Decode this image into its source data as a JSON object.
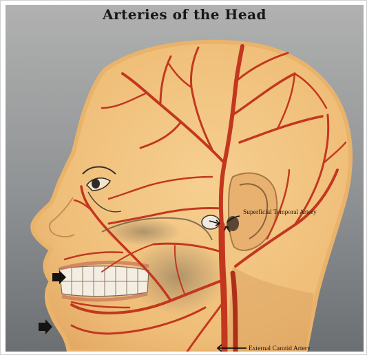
{
  "title": "Arteries of the Head",
  "labels": {
    "superficial_temporal": "Superficial Temporal Artery",
    "external_carotid": "External Carotid Artery"
  },
  "colors": {
    "background_top": "#a9aaa9",
    "background_bottom": "#6f7375",
    "skin": "#f2c47f",
    "skin_outline": "#e7b06b",
    "artery": "#c3371f",
    "artery_dark": "#9c2414",
    "text": "#1a1613"
  },
  "icons": [
    "arrow-icon-lip",
    "arrow-icon-chin",
    "arrow-icon-temporal",
    "arrow-icon-carotid"
  ]
}
